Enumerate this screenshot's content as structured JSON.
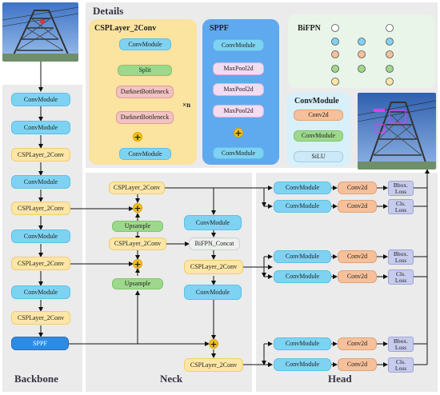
{
  "details": {
    "title": "Details",
    "csp": {
      "title": "CSPLayer_2Conv",
      "top_conv": "ConvModule",
      "split": "Split",
      "bottleneck1": "DarknetBottleneck",
      "bottleneck2": "DarknetBottleneck",
      "repeat": "×n",
      "bottom_conv": "ConvModule"
    },
    "sppf": {
      "title": "SPPF",
      "top_conv": "ConvModule",
      "pool1": "MaxPool2d",
      "pool2": "MaxPool2d",
      "pool3": "MaxPool2d",
      "bottom_conv": "ConvModule"
    },
    "bifpn": {
      "title": "BiFPN"
    },
    "convmodule": {
      "title": "ConvModule",
      "conv2d": "Conv2d",
      "mid": "ConvModule",
      "silu": "SiLU"
    }
  },
  "backbone": {
    "title": "Backbone",
    "blocks": [
      "ConvModule",
      "ConvModule",
      "CSPLayer_2Conv",
      "ConvModule",
      "CSPLayer_2Conv",
      "ConvModule",
      "CSPLayer_2Conv",
      "ConvModule",
      "CSPLayer_2Conv",
      "SPPF"
    ]
  },
  "neck": {
    "title": "Neck",
    "csp_top": "CSPLayer_2Conv",
    "upsample1": "Upsample",
    "csp_mid": "CSPLayer_2Conv",
    "upsample2": "Upsample",
    "conv_right": "ConvModule",
    "bifpn_concat": "BiFPN_Concat",
    "csp_right": "CSPLayer_2Conv",
    "conv_right2": "ConvModule",
    "csp_bottom": "CSPLayer_2Conv"
  },
  "head": {
    "title": "Head",
    "rows": [
      {
        "conv": "ConvModule",
        "conv2d": "Conv2d",
        "loss": [
          "Bbox.",
          "Loss"
        ]
      },
      {
        "conv": "ConvModule",
        "conv2d": "Conv2d",
        "loss": [
          "Cls.",
          "Loss"
        ]
      },
      {
        "conv": "ConvModule",
        "conv2d": "Conv2d",
        "loss": [
          "Bbox.",
          "Loss"
        ]
      },
      {
        "conv": "ConvModule",
        "conv2d": "Conv2d",
        "loss": [
          "Cls.",
          "Loss"
        ]
      },
      {
        "conv": "ConvModule",
        "conv2d": "Conv2d",
        "loss": [
          "Bbox.",
          "Loss"
        ]
      },
      {
        "conv": "ConvModule",
        "conv2d": "Conv2d",
        "loss": [
          "Cls.",
          "Loss"
        ]
      }
    ]
  },
  "colors": {
    "convmodule": "#7fd3f2",
    "csplayer": "#fde6a6",
    "green": "#9ed88c",
    "bottleneck": "#f3c2c2",
    "maxpool": "#f2dcf2",
    "conv2d": "#f6c09a",
    "sppf": "#2f8be2",
    "loss": "#c7cbec",
    "plus": "#f6c21a",
    "details_csp_bg": "#fbe3a0",
    "details_sppf_bg": "#5fa9ee",
    "details_bifpn_bg": "#e9f5e9",
    "details_cm_bg": "#d7f0fa"
  },
  "images": {
    "input": "transmission-tower-photo",
    "output": "transmission-tower-detection-photo"
  }
}
